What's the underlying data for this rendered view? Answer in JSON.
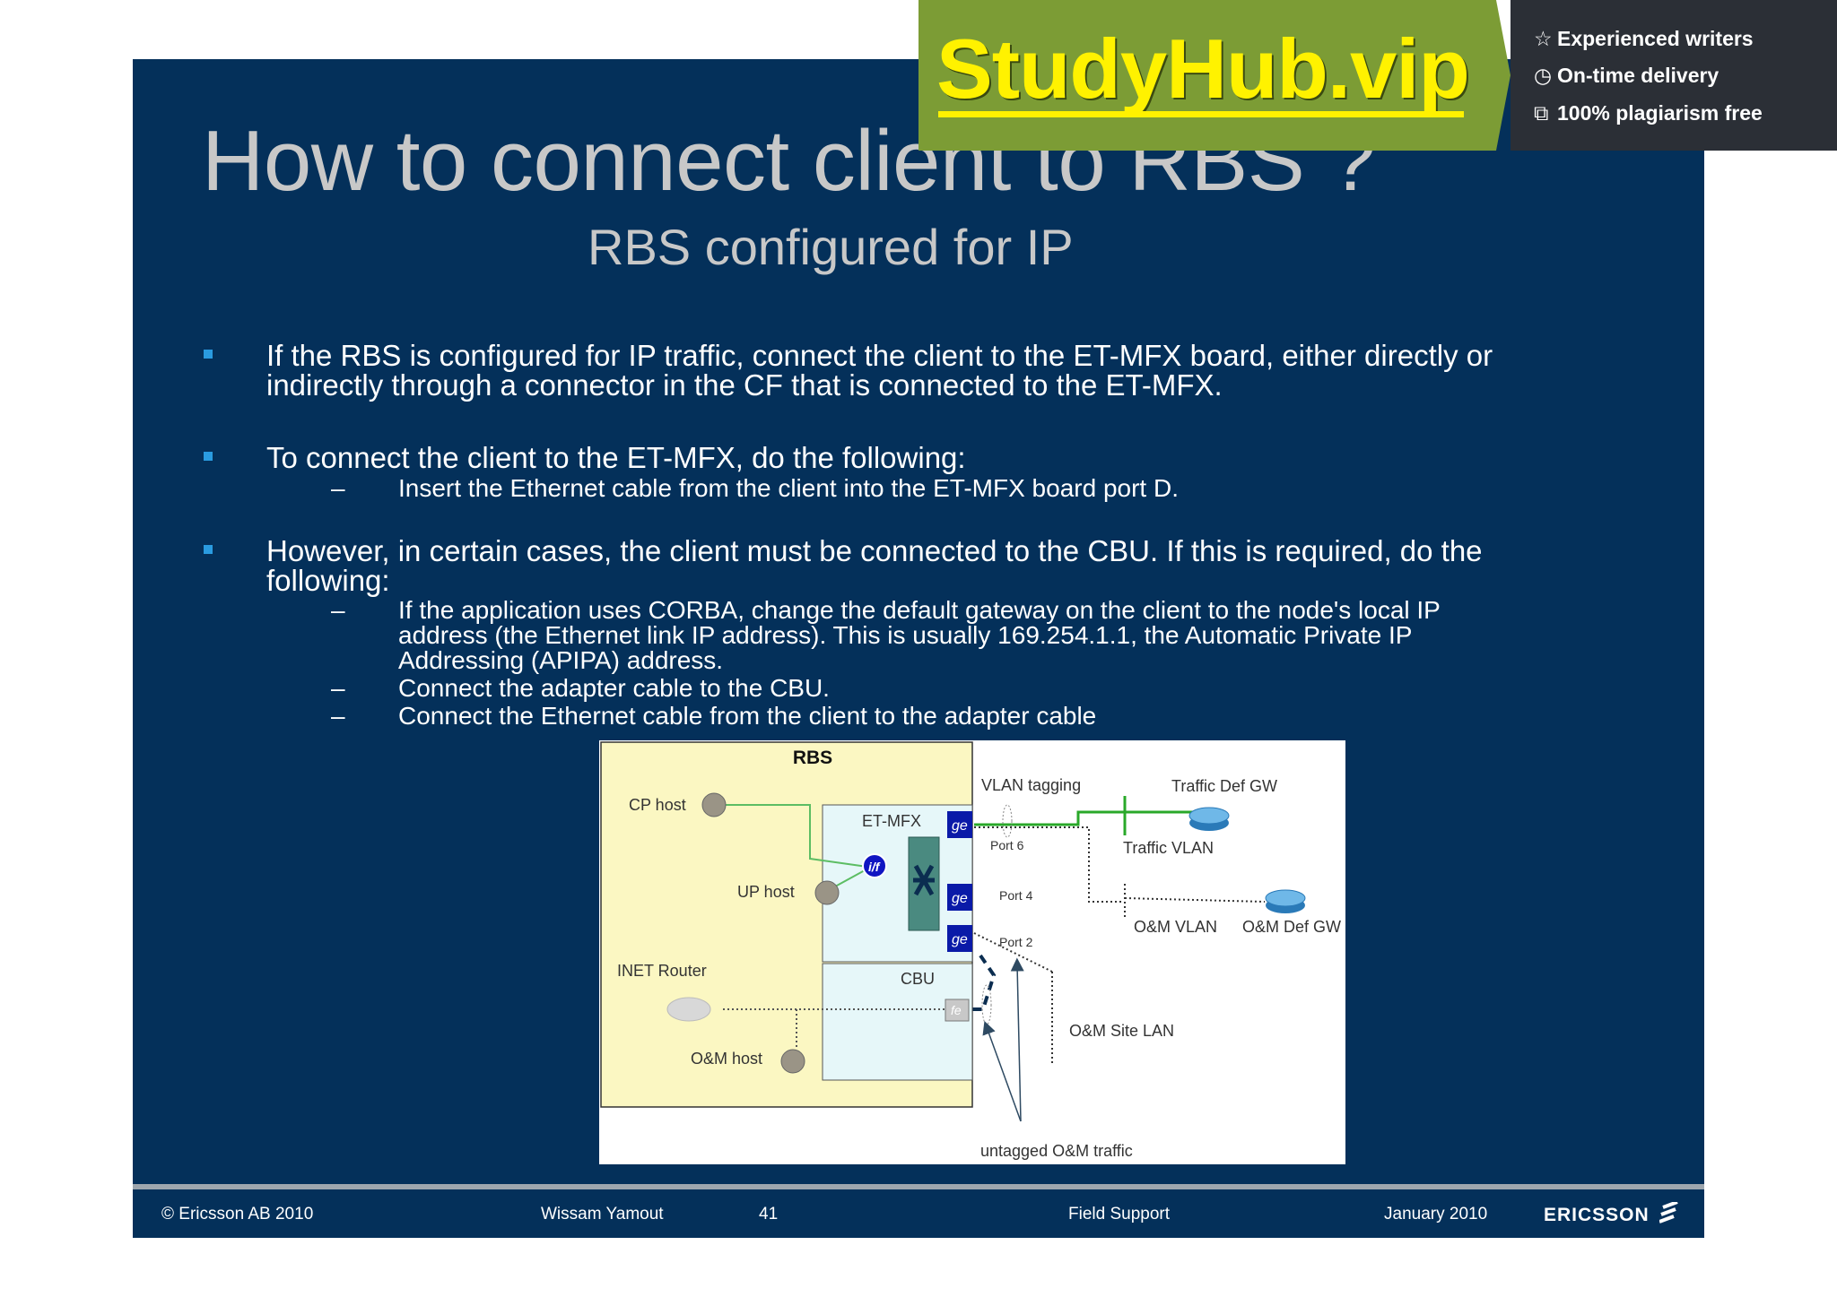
{
  "slide": {
    "title": "How to connect client to RBS ?",
    "subtitle": "RBS configured for IP",
    "bullets": [
      {
        "lines": [
          "If the RBS is configured for IP traffic, connect the client to the ET-MFX board, either directly or",
          "indirectly through a connector in the CF that is connected to the ET-MFX."
        ]
      },
      {
        "lines": [
          "To connect the client to the ET-MFX, do the following:"
        ],
        "subs": [
          {
            "lines": [
              "Insert the Ethernet cable from the client into the ET-MFX board port D."
            ]
          }
        ]
      },
      {
        "lines": [
          "However, in certain cases, the client must be connected to the CBU. If this is required, do the",
          "following:"
        ],
        "subs": [
          {
            "lines": [
              "If the application uses CORBA, change the default gateway on the client to the node's local IP",
              "address (the Ethernet link IP address). This is usually 169.254.1.1, the Automatic Private IP",
              "Addressing (APIPA) address."
            ]
          },
          {
            "lines": [
              "Connect the adapter cable to the CBU."
            ]
          },
          {
            "lines": [
              "Connect the Ethernet cable from the client to the adapter cable"
            ]
          }
        ]
      }
    ],
    "dash": "–"
  },
  "diagram": {
    "rbs": "RBS",
    "cp_host": "CP host",
    "up_host": "UP host",
    "et_mfx": "ET-MFX",
    "iff": "i/f",
    "ge": "ge",
    "fe": "fe",
    "inet_router": "INET Router",
    "cbu": "CBU",
    "om_host": "O&M host",
    "vlan_tagging": "VLAN tagging",
    "traffic_def_gw": "Traffic Def GW",
    "port6": "Port 6",
    "traffic_vlan": "Traffic VLAN",
    "port4": "Port 4",
    "om_vlan": "O&M VLAN",
    "om_def_gw": "O&M Def GW",
    "port2": "Port 2",
    "om_site_lan": "O&M Site LAN",
    "untagged": "untagged O&M traffic"
  },
  "footer": {
    "copyright": "© Ericsson AB 2010",
    "author": "Wissam Yamout",
    "page": "41",
    "dept": "Field Support",
    "date": "January 2010",
    "logo": "ERICSSON"
  },
  "banner": {
    "brand": "StudyHub.vip",
    "features": [
      {
        "icon": "☆",
        "text": "Experienced writers"
      },
      {
        "icon": "◷",
        "text": "On-time delivery"
      },
      {
        "icon": "⧉",
        "text": "100% plagiarism free"
      }
    ]
  },
  "colors": {
    "slide_bg": "#04305a",
    "bullet": "#2a9be0",
    "banner_green": "#7c9c35",
    "banner_dark": "#2b2f36",
    "brand_yellow": "#fff200"
  }
}
